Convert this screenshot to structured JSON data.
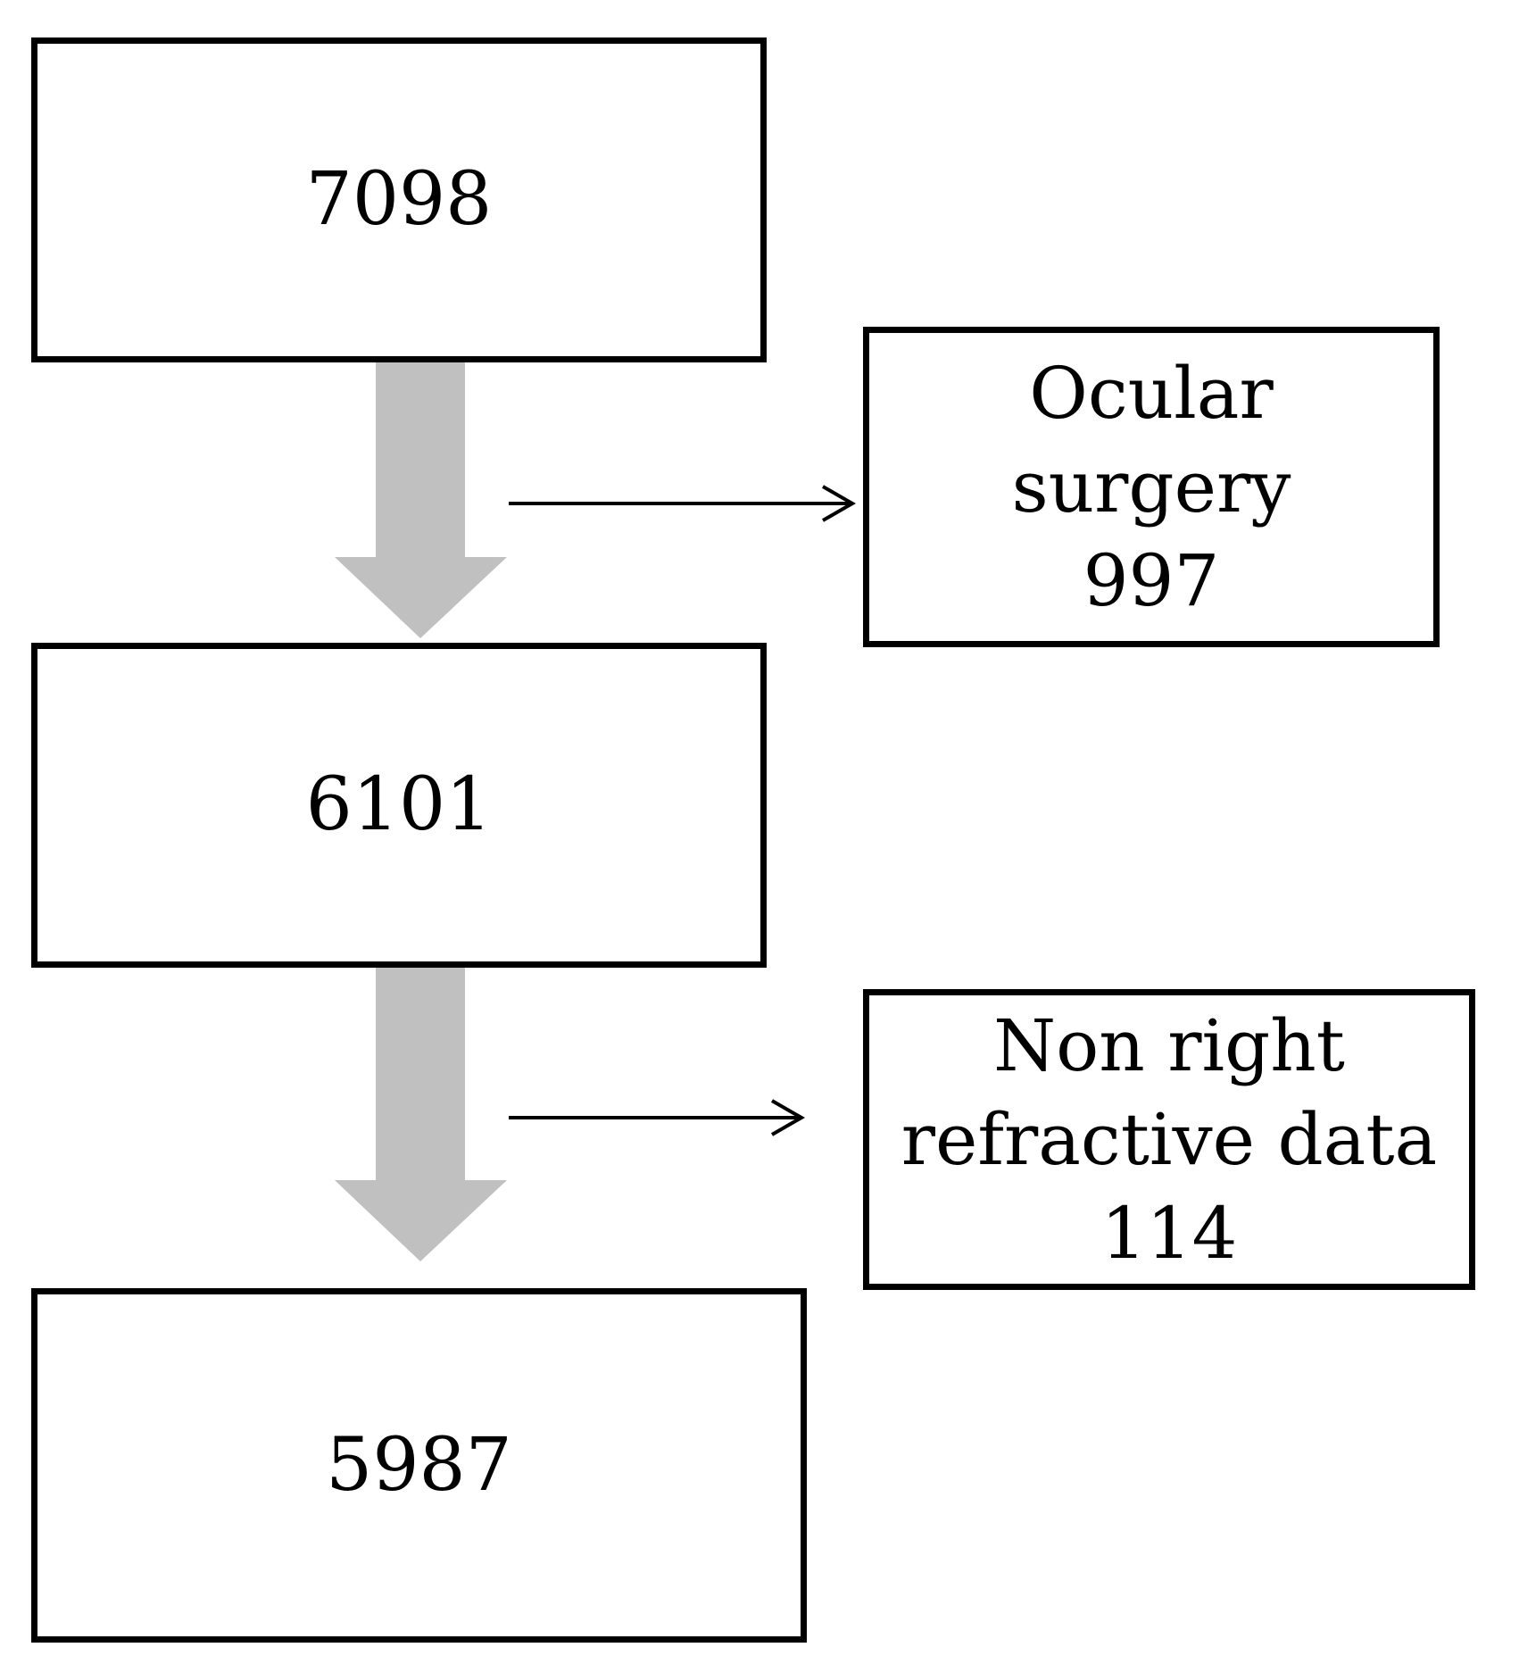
{
  "diagram": {
    "main_steps": [
      {
        "count": "7098"
      },
      {
        "count": "6101"
      },
      {
        "count": "5987"
      }
    ],
    "exclusions": [
      {
        "lines": [
          "Ocular",
          "surgery"
        ],
        "count": "997"
      },
      {
        "lines": [
          "Non right",
          "refractive data"
        ],
        "count": "114"
      }
    ],
    "colors": {
      "border": "#000000",
      "flow_arrow": "#c0c0c0",
      "background": "#ffffff"
    }
  }
}
